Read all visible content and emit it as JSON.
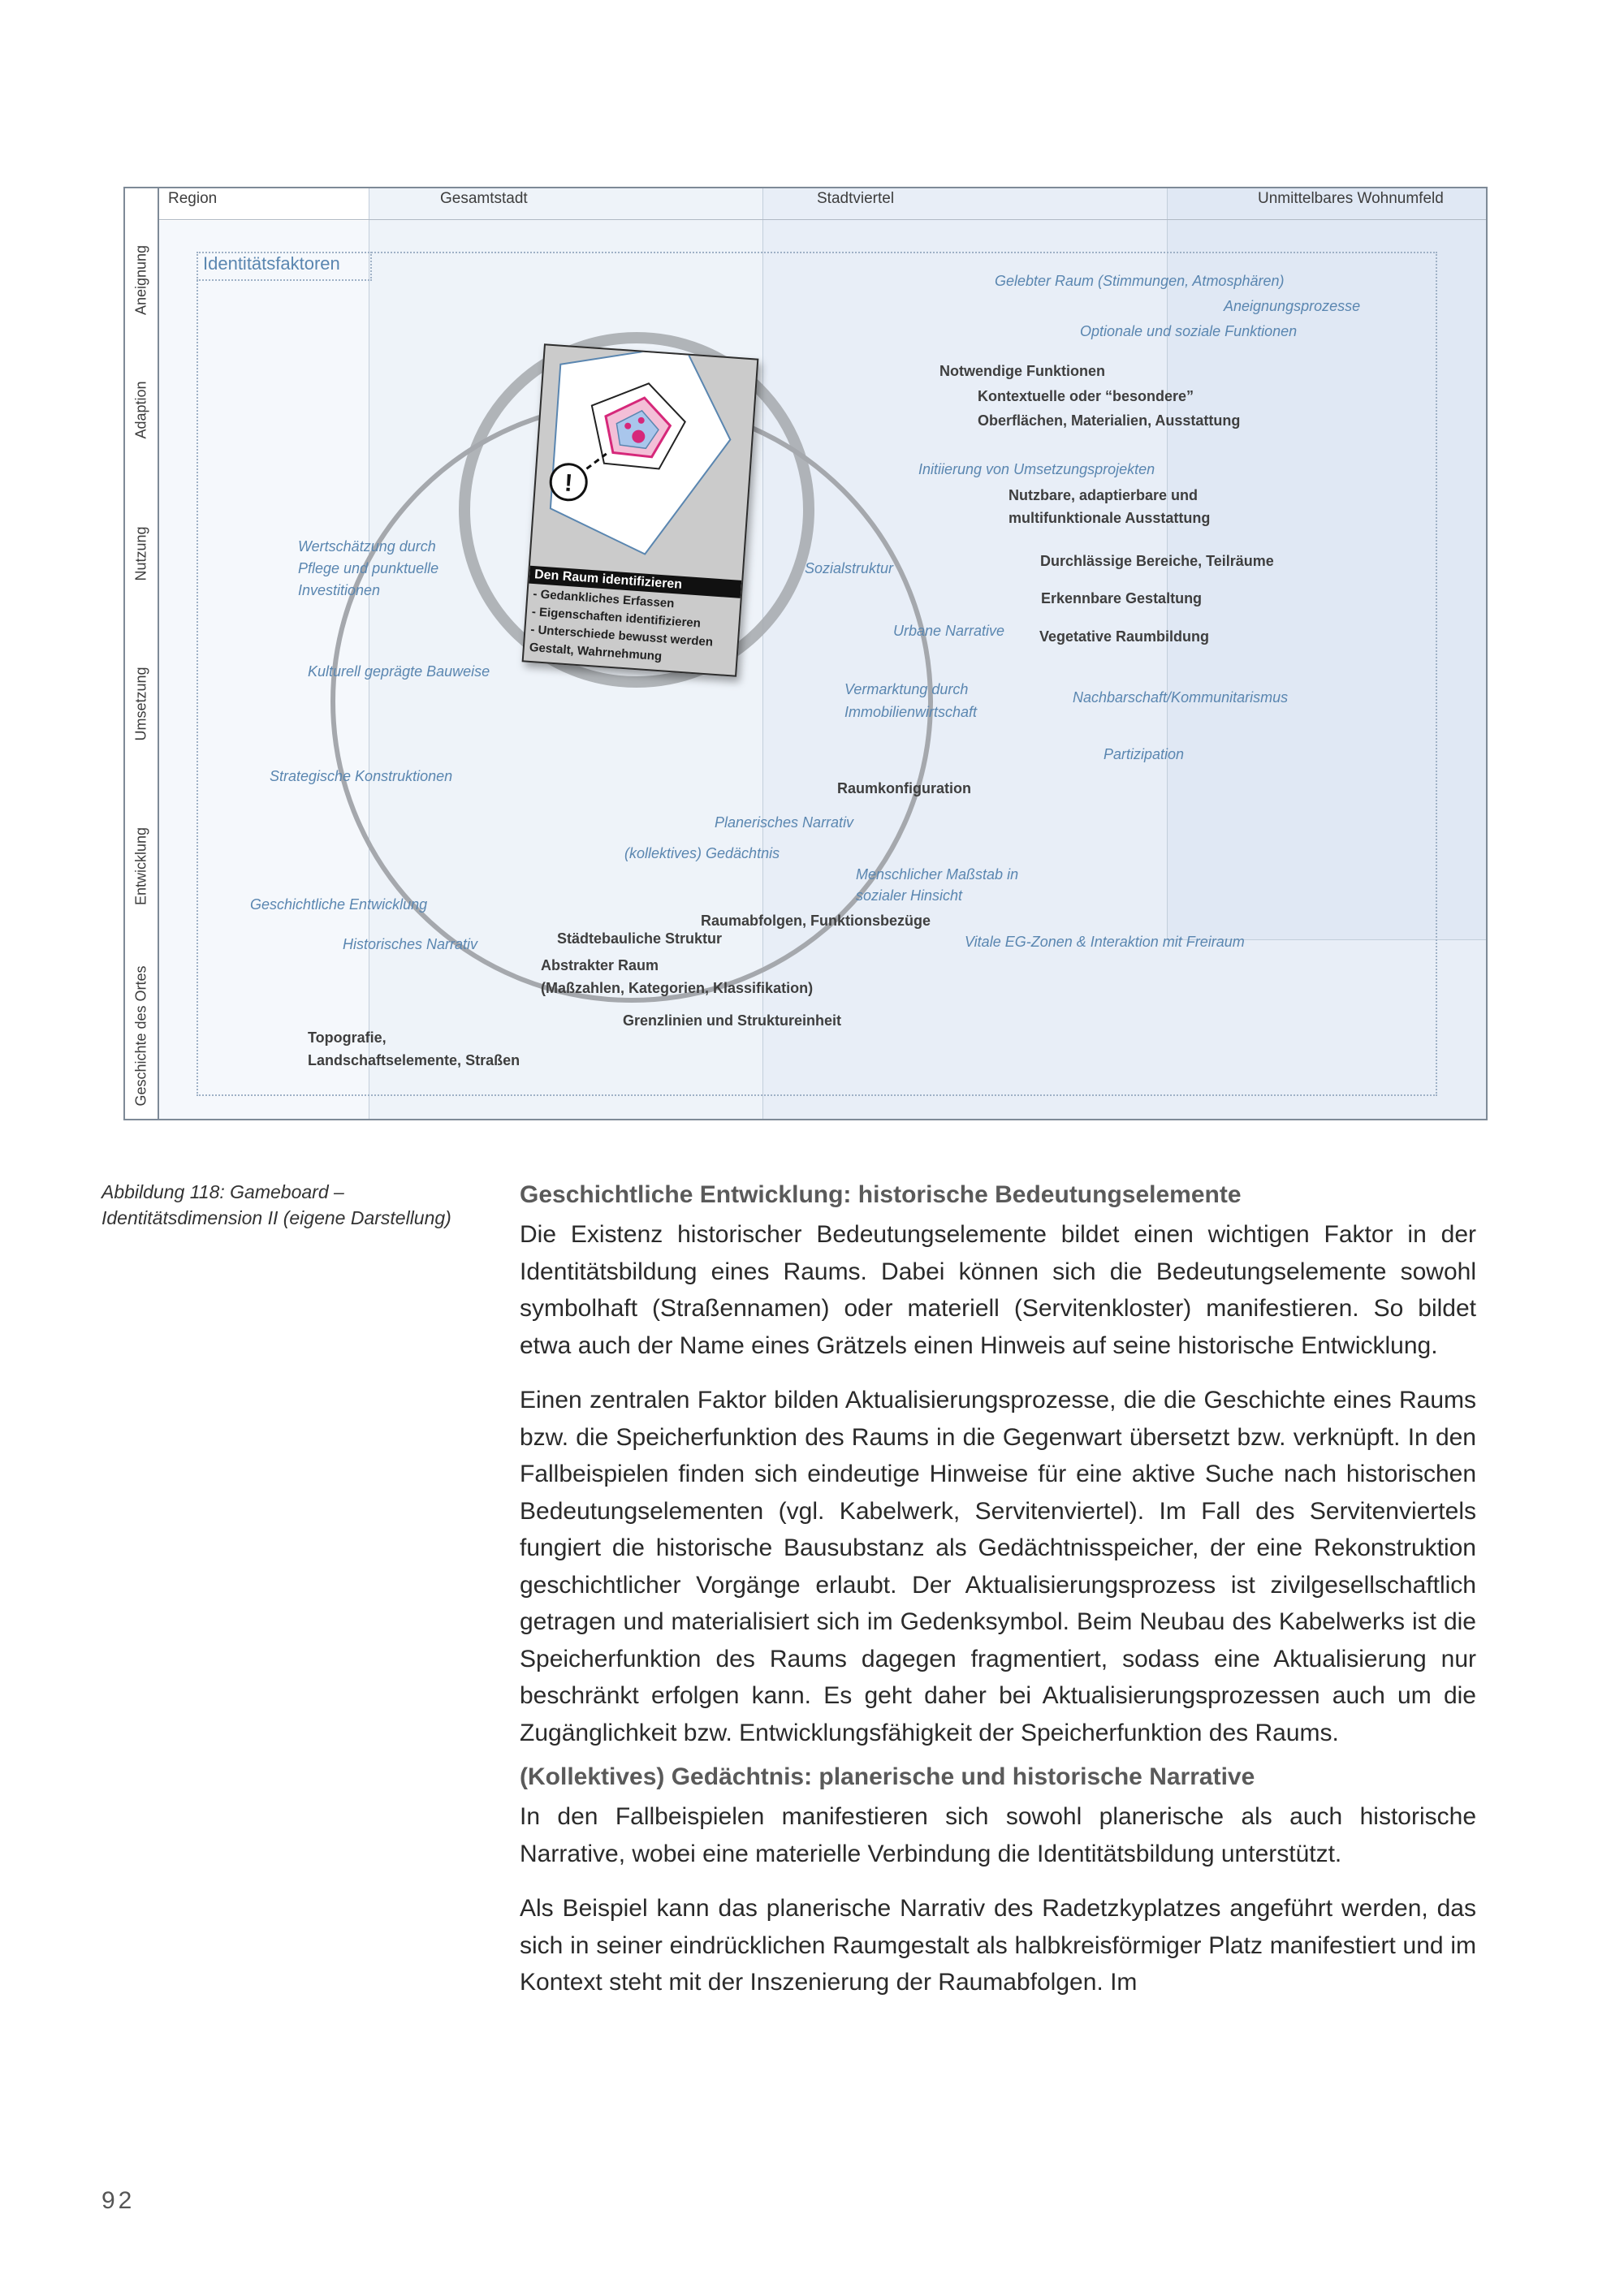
{
  "board": {
    "columns": [
      "Region",
      "Gesamtstadt",
      "Stadtviertel",
      "Unmittelbares Wohnumfeld"
    ],
    "rows": [
      "Aneignung",
      "Adaption",
      "Nutzung",
      "Umsetzung",
      "Entwicklung",
      "Geschichte des Ortes"
    ],
    "frame_label": "Identitätsfaktoren",
    "colors": {
      "zone": "#e4ecf6",
      "border": "#7e8a97",
      "label_bold": "#3e3e3e",
      "label_italic": "#5a86b0",
      "circle": "#a5a8ad"
    },
    "labels": {
      "gelebter": "Gelebter Raum (Stimmungen, Atmosphären)",
      "aneignungsprozesse": "Aneignungsprozesse",
      "optionale": "Optionale und soziale Funktionen",
      "notwendige": "Notwendige Funktionen",
      "kontextuelle1": "Kontextuelle oder “besondere”",
      "kontextuelle2": "Oberflächen, Materialien, Ausstattung",
      "initiierung": "Initiierung von Umsetzungsprojekten",
      "nutzbare1": "Nutzbare, adaptierbare und",
      "nutzbare2": "multifunktionale Ausstattung",
      "wert1": "Wertschätzung durch",
      "wert2": "Pflege und punktuelle",
      "wert3": "Investitionen",
      "sozialstruktur": "Sozialstruktur",
      "durchlaessige": "Durchlässige Bereiche, Teilräume",
      "erkennbare": "Erkennbare Gestaltung",
      "urbane": "Urbane Narrative",
      "vegetative": "Vegetative Raumbildung",
      "kulturell": "Kulturell geprägte Bauweise",
      "vermarktung1": "Vermarktung durch",
      "vermarktung2": "Immobilienwirtschaft",
      "nachbarschaft": "Nachbarschaft/Kommunitarismus",
      "partizipation": "Partizipation",
      "strategische": "Strategische Konstruktionen",
      "raumkonfiguration": "Raumkonfiguration",
      "planerisches": "Planerisches Narrativ",
      "kollektives": "(kollektives) Gedächtnis",
      "menschlicher1": "Menschlicher Maßstab in",
      "menschlicher2": "sozialer Hinsicht",
      "geschichtliche": "Geschichtliche Entwicklung",
      "raumabfolgen": "Raumabfolgen, Funktionsbezüge",
      "staedtebauliche": "Städtebauliche Struktur",
      "historisches": "Historisches Narrativ",
      "vitale": "Vitale EG-Zonen & Interaktion mit Freiraum",
      "abstrakter1": "Abstrakter Raum",
      "abstrakter2": "(Maßzahlen, Kategorien, Klassifikation)",
      "grenzlinien": "Grenzlinien und Struktureinheit",
      "topografie1": "Topografie,",
      "topografie2": "Landschaftselemente, Straßen"
    },
    "card": {
      "exclamation": "!",
      "title": "Den Raum identifizieren",
      "items": [
        "- Gedankliches Erfassen",
        "- Eigenschaften identifizieren",
        "- Unterschiede bewusst werden",
        "Gestalt, Wahrnehmung"
      ],
      "colors": {
        "pink": "#d6287a",
        "light_blue": "#a9c6ec",
        "card_bg": "#cbcbcb"
      }
    }
  },
  "caption": {
    "line1": "Abbildung 118: Gameboard –",
    "line2": "Identitätsdimension II (eigene Darstellung)"
  },
  "text": {
    "h1": "Geschichtliche Entwicklung: historische Bedeutungselemente",
    "p1": "Die Existenz historischer Bedeutungselemente bildet einen wichtigen Faktor in der Identitätsbildung eines Raums. Dabei können sich die Bedeutungselemente sowohl symbolhaft (Straßennamen) oder materiell (Servitenkloster) manifestieren. So bildet etwa auch der Name eines Grätzels einen Hinweis auf seine historische Entwicklung.",
    "p2": "Einen zentralen Faktor bilden Aktualisierungsprozesse, die die Geschichte eines Raums bzw. die Speicherfunktion des Raums in die Gegenwart übersetzt bzw. verknüpft. In den Fallbeispielen finden sich eindeutige Hinweise für eine aktive Suche nach historischen Bedeutungselementen (vgl. Kabelwerk, Servitenviertel). Im Fall des Servitenviertels fungiert die historische Bausubstanz als Gedächtnisspeicher, der eine Rekonstruktion geschichtlicher Vorgänge erlaubt. Der Aktualisierungsprozess ist zivilgesellschaftlich getragen und materialisiert sich im Gedenksymbol. Beim Neubau des Kabelwerks ist die Speicherfunktion des Raums dagegen fragmentiert, sodass eine Aktualisierung nur beschränkt erfolgen kann. Es geht daher bei Aktualisierungsprozessen auch um die Zugänglichkeit bzw. Entwicklungsfähigkeit der Speicherfunktion des Raums.",
    "h2": "(Kollektives) Gedächtnis: planerische und historische Narrative",
    "p3": "In den Fallbeispielen manifestieren sich sowohl planerische als auch historische Narrative, wobei eine materielle Verbindung die Identitätsbildung unterstützt.",
    "p4": "Als Beispiel kann das planerische Narrativ des Radetzkyplatzes angeführt werden, das sich in seiner eindrücklichen Raumgestalt als halbkreisförmiger Platz manifestiert und im Kontext steht mit der Inszenierung der Raumabfolgen. Im"
  },
  "page_number": "92"
}
